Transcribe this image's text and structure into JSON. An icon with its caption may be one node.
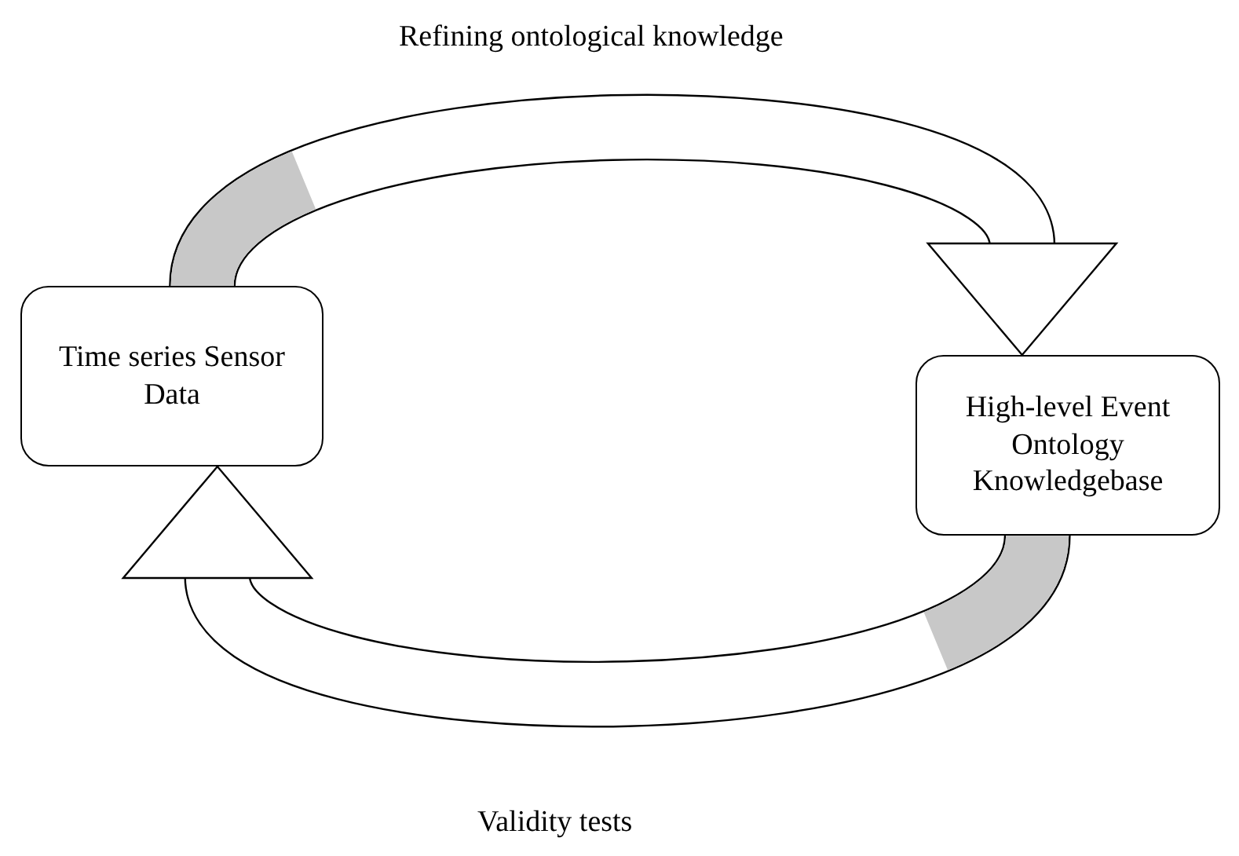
{
  "diagram": {
    "nodes": [
      {
        "text": [
          "Time series Sensor Data"
        ]
      },
      {
        "text": [
          "High-level Event Ontology Knowledgebase"
        ]
      }
    ],
    "edges": [
      {
        "from": 0,
        "to": 1,
        "arrow": "to",
        "label": "Refining ontological knowledge"
      },
      {
        "from": 1,
        "to": 0,
        "arrow": "to",
        "label": "Validity tests"
      }
    ]
  }
}
